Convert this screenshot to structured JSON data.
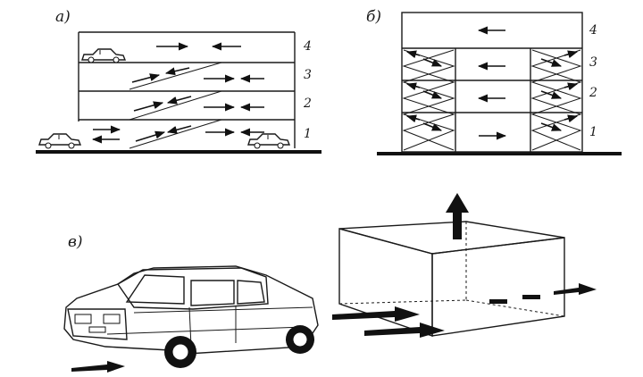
{
  "panels": {
    "a": {
      "label": "а)",
      "levels": [
        "1",
        "2",
        "3",
        "4"
      ]
    },
    "b": {
      "label": "б)",
      "levels": [
        "1",
        "2",
        "3",
        "4"
      ]
    },
    "v": {
      "label": "в)"
    }
  },
  "colors": {
    "ink": "#1a1a1a",
    "paper": "#ffffff"
  },
  "icons": [
    "car-icon",
    "sedan-3d-icon",
    "arrow-left-icon",
    "arrow-right-icon",
    "arrow-up-icon"
  ]
}
